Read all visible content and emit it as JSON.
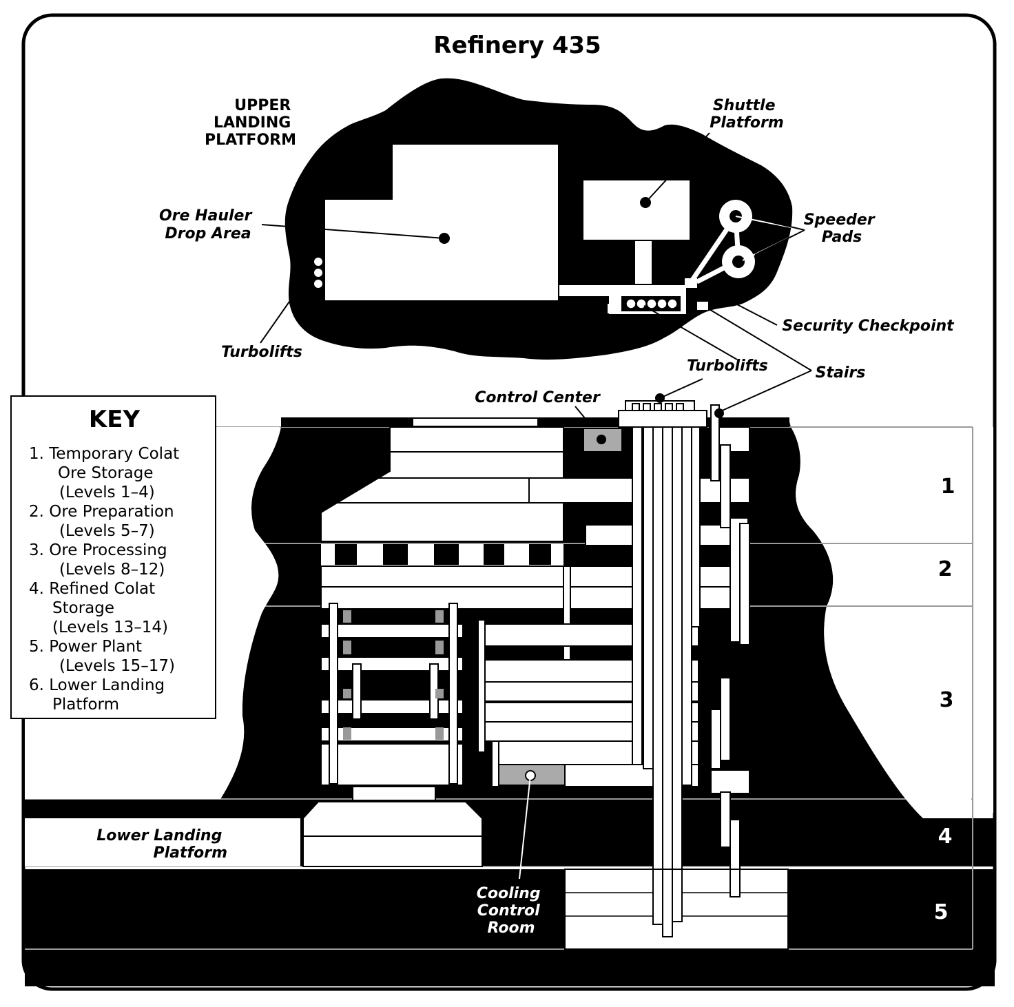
{
  "title": "Refinery 435",
  "labels": {
    "upper_landing_platform": [
      "UPPER",
      "LANDING",
      "PLATFORM"
    ],
    "shuttle_platform": [
      "Shuttle",
      "Platform"
    ],
    "ore_hauler_drop_area": [
      "Ore Hauler",
      "Drop Area"
    ],
    "speeder_pads": [
      "Speeder",
      "Pads"
    ],
    "turbolifts_left": "Turbolifts",
    "security_checkpoint": "Security Checkpoint",
    "turbolifts_right": "Turbolifts",
    "stairs": "Stairs",
    "control_center": "Control Center",
    "lower_landing_platform": [
      "Lower Landing",
      "Platform"
    ],
    "cooling_control_room": [
      "Cooling",
      "Control",
      "Room"
    ]
  },
  "key": {
    "title": "KEY",
    "lines": [
      "1. Temporary Colat",
      "Ore Storage",
      "(Levels 1–4)",
      "2. Ore Preparation",
      "(Levels 5–7)",
      "3. Ore Processing",
      "(Levels 8–12)",
      "4. Refined Colat",
      "Storage",
      "(Levels 13–14)",
      "5. Power Plant",
      "(Levels 15–17)",
      "6. Lower Landing",
      "Platform"
    ]
  },
  "levels": [
    "1",
    "2",
    "3",
    "4",
    "5"
  ]
}
